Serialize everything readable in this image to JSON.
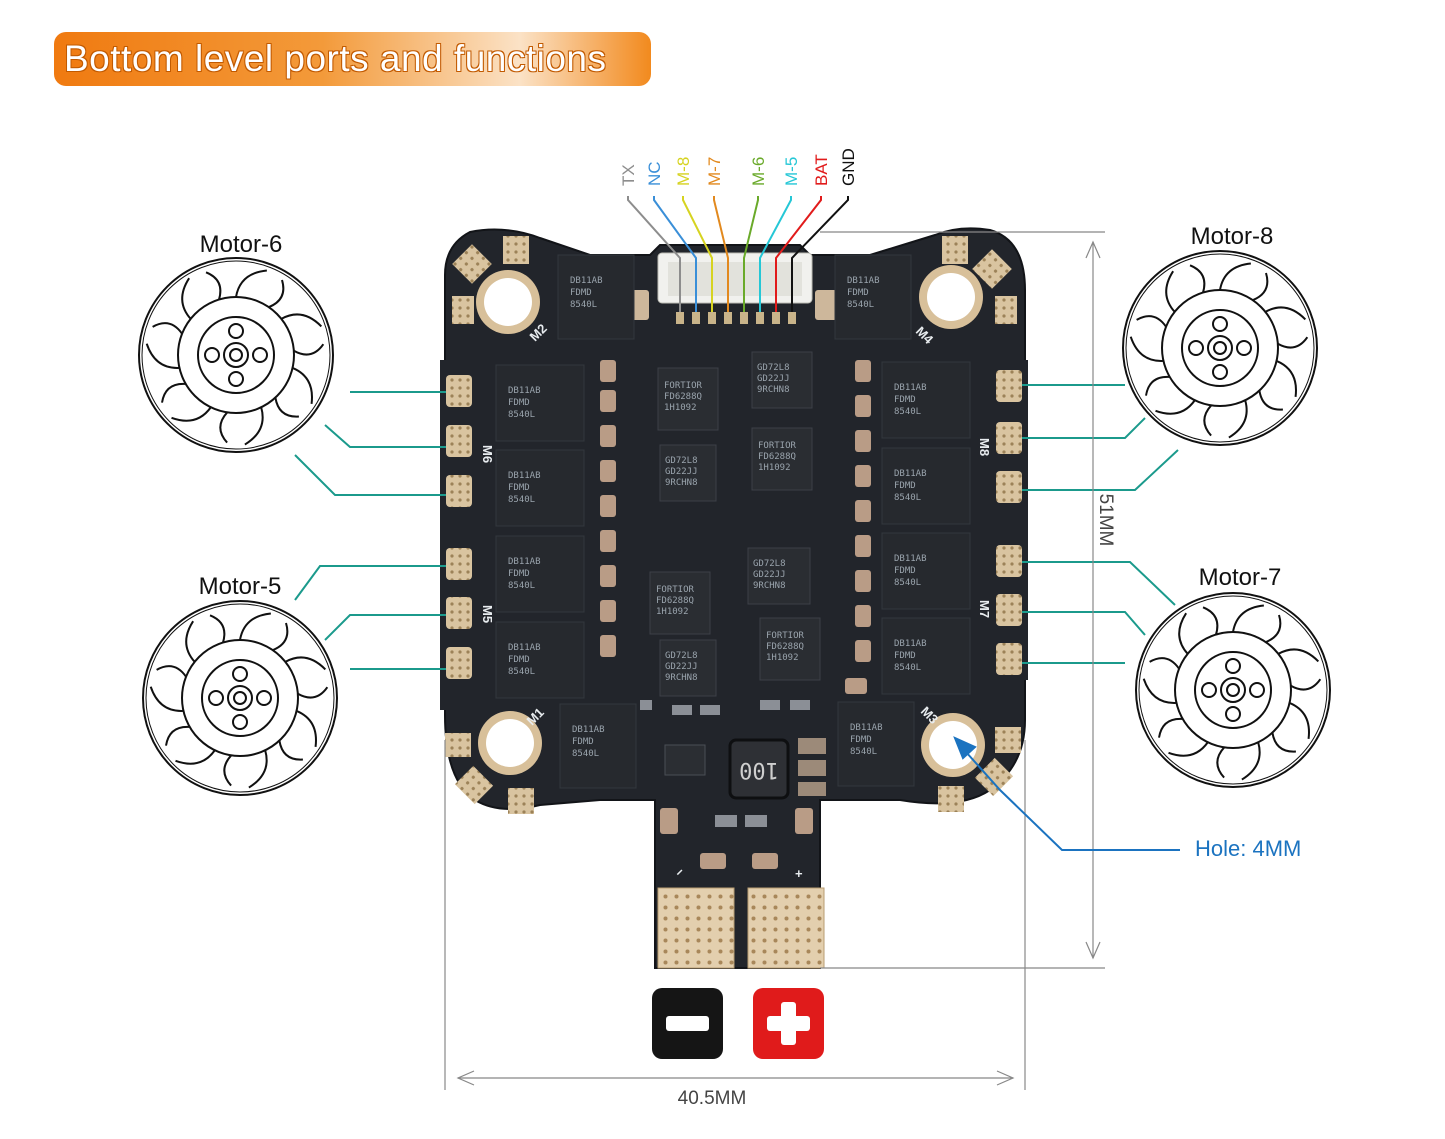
{
  "banner": {
    "title": "Bottom level ports and functions"
  },
  "wires": [
    {
      "label": "TX",
      "color": "#8d8d8d"
    },
    {
      "label": "NC",
      "color": "#3a8fd8"
    },
    {
      "label": "M-8",
      "color": "#d6d320"
    },
    {
      "label": "M-7",
      "color": "#e2891e"
    },
    {
      "label": "M-6",
      "color": "#6aaa2a"
    },
    {
      "label": "M-5",
      "color": "#25c7d6"
    },
    {
      "label": "BAT",
      "color": "#e11b1b"
    },
    {
      "label": "GND",
      "color": "#111111"
    }
  ],
  "motors": {
    "m6": "Motor-6",
    "m5": "Motor-5",
    "m8": "Motor-8",
    "m7": "Motor-7"
  },
  "board": {
    "pad_labels": {
      "m1": "M1",
      "m2": "M2",
      "m3": "M3",
      "m4": "M4",
      "m5": "M5",
      "m6": "M6",
      "m7": "M7",
      "m8": "M8"
    },
    "mosfet_text": [
      "DB11AB",
      "FDMD",
      "8540L"
    ],
    "driver_text": [
      "FORTIOR",
      "FD6288Q",
      "1H1092"
    ],
    "mcu_text": [
      "GD72L8",
      "GD22JJ",
      "9RCHN8"
    ],
    "inductor": "100"
  },
  "dimensions": {
    "height": "51MM",
    "width": "40.5MM"
  },
  "hole_label": "Hole: 4MM",
  "power": {
    "minus": "−",
    "plus": "+"
  },
  "colors": {
    "accent_orange": "#f07a10",
    "trace_teal": "#1b9a8c",
    "hole_blue": "#1b73c0",
    "pcb": "#1f2228",
    "pad_gold": "#d8c09a",
    "plus_red": "#e01b1b"
  }
}
